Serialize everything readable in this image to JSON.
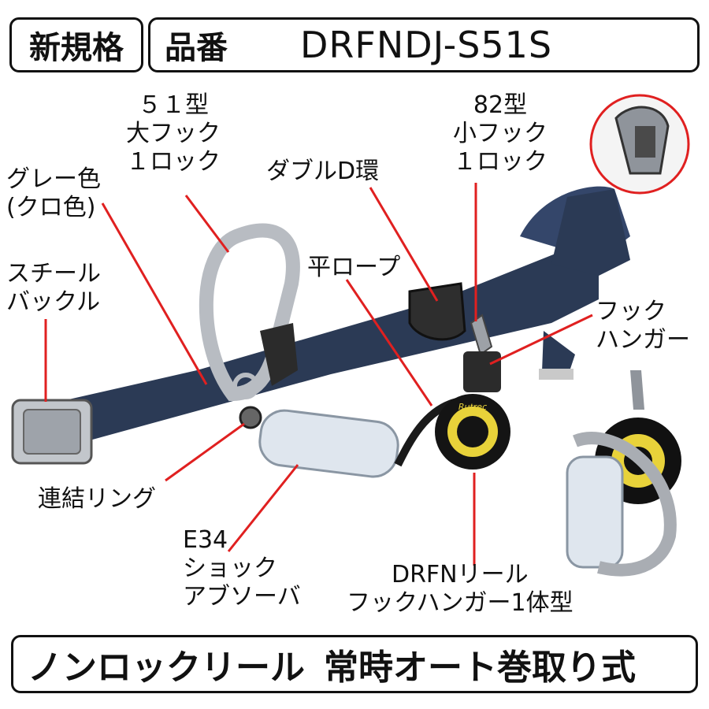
{
  "header": {
    "badge": "新規格",
    "product_label": "品番",
    "product_code": "DRFNDJ-S51S"
  },
  "labels": {
    "hook51": [
      "５１型",
      "大フック",
      "１ロック"
    ],
    "hook82": [
      "82型",
      "小フック",
      "１ロック"
    ],
    "gray": [
      "グレー色",
      "(クロ色)"
    ],
    "double_d": "ダブルD環",
    "flat_rope": "平ロープ",
    "steel_buckle": [
      "スチール",
      "バックル"
    ],
    "hook_hanger": [
      "フック",
      "ハンガー"
    ],
    "connect_ring": "連結リング",
    "absorber": [
      "E34",
      "ショック",
      "アブソーバ"
    ],
    "reel": [
      "DRFNリール",
      "フックハンガー1体型"
    ]
  },
  "reel_brand": "Rutrec",
  "footer": {
    "left": "ノンロックリール",
    "right": "常時オート巻取り式"
  },
  "colors": {
    "leader_line": "#e02020",
    "belt": "#2b3a55",
    "metal": "#b8bcc2",
    "reel_yellow": "#e8d23a"
  }
}
